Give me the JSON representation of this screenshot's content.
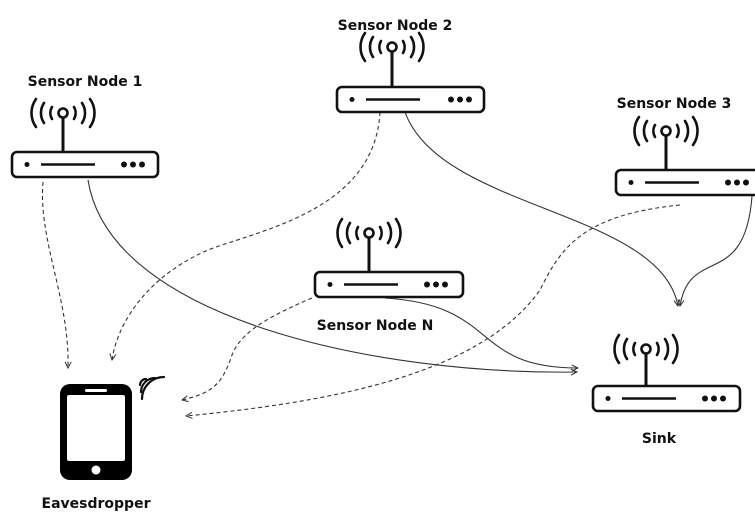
{
  "diagram": {
    "nodes": {
      "sensor1": {
        "label": "Sensor Node 1",
        "icon": "router-icon"
      },
      "sensor2": {
        "label": "Sensor Node 2",
        "icon": "router-icon"
      },
      "sensor3": {
        "label": "Sensor Node 3",
        "icon": "router-icon"
      },
      "sensorN": {
        "label": "Sensor Node N",
        "icon": "router-icon"
      },
      "sink": {
        "label": "Sink",
        "icon": "router-icon"
      },
      "eavesdropper": {
        "label": "Eavesdropper",
        "icon": "smartphone-icon"
      }
    },
    "links": [
      {
        "from": "Sensor Node 1",
        "to": "Sink",
        "style": "solid"
      },
      {
        "from": "Sensor Node 2",
        "to": "Sink",
        "style": "solid"
      },
      {
        "from": "Sensor Node 3",
        "to": "Sink",
        "style": "solid"
      },
      {
        "from": "Sensor Node N",
        "to": "Sink",
        "style": "solid"
      },
      {
        "from": "Sensor Node 1",
        "to": "Eavesdropper",
        "style": "dashed"
      },
      {
        "from": "Sensor Node 2",
        "to": "Eavesdropper",
        "style": "dashed"
      },
      {
        "from": "Sensor Node 3",
        "to": "Eavesdropper",
        "style": "dashed"
      },
      {
        "from": "Sensor Node N",
        "to": "Eavesdropper",
        "style": "dashed"
      }
    ]
  }
}
